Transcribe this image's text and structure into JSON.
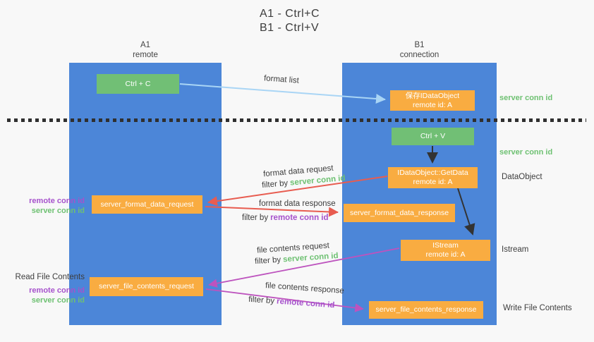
{
  "title": {
    "line1": "A1 - Ctrl+C",
    "line2": "B1 - Ctrl+V"
  },
  "lifelines": {
    "left": {
      "name": "A1",
      "subtitle": "remote"
    },
    "right": {
      "name": "B1",
      "subtitle": "connection"
    }
  },
  "nodes": {
    "ctrl_c": {
      "label": "Ctrl + C"
    },
    "ctrl_v": {
      "label": "Ctrl + V"
    },
    "save_dataobject": {
      "line1": "保存IDataObject",
      "line2": "remote id: A"
    },
    "getdata": {
      "line1": "IDataObject::GetData",
      "line2": "remote id: A"
    },
    "format_request": {
      "label": "server_format_data_request"
    },
    "format_response": {
      "label": "server_format_data_response"
    },
    "istream": {
      "line1": "IStream",
      "line2": "remote id: A"
    },
    "file_request": {
      "label": "server_file_contents_request"
    },
    "file_response": {
      "label": "server_file_contents_response"
    }
  },
  "flows": {
    "format_list": {
      "label": "format list"
    },
    "format_request": {
      "label": "format data request",
      "filter_prefix": "filter by",
      "filter_key": "server conn id"
    },
    "format_response": {
      "label": "format data response",
      "filter_prefix": "filter by",
      "filter_key": "remote conn id"
    },
    "file_request": {
      "label": "file contents request",
      "filter_prefix": "filter by",
      "filter_key": "server conn id"
    },
    "file_response": {
      "label": "file contents response",
      "filter_prefix": "filter by",
      "filter_key": "remote conn id"
    }
  },
  "annotations": {
    "right_server_conn_id_top": "server conn id",
    "right_server_conn_id_mid": "server conn id",
    "dataobject": "DataObject",
    "istream": "Istream",
    "write_file_contents": "Write File Contents",
    "left_remote_conn_id_top": "remote conn id",
    "left_server_conn_id_top": "server conn id",
    "read_file_contents": "Read File Contents",
    "left_remote_conn_id_bottom": "remote conn id",
    "left_server_conn_id_bottom": "server conn id"
  },
  "colors": {
    "lifeline_blue": "#4c86d8",
    "node_green": "#71bf75",
    "node_orange": "#f9ac41",
    "arrow_blue": "#a9d5f5",
    "arrow_red": "#e85c50",
    "arrow_magenta": "#bd53be",
    "arrow_black": "#333333",
    "text_green": "#6ec172",
    "text_purple": "#a652cc",
    "text_dark": "#3d3d3d",
    "background": "#f8f8f8"
  }
}
